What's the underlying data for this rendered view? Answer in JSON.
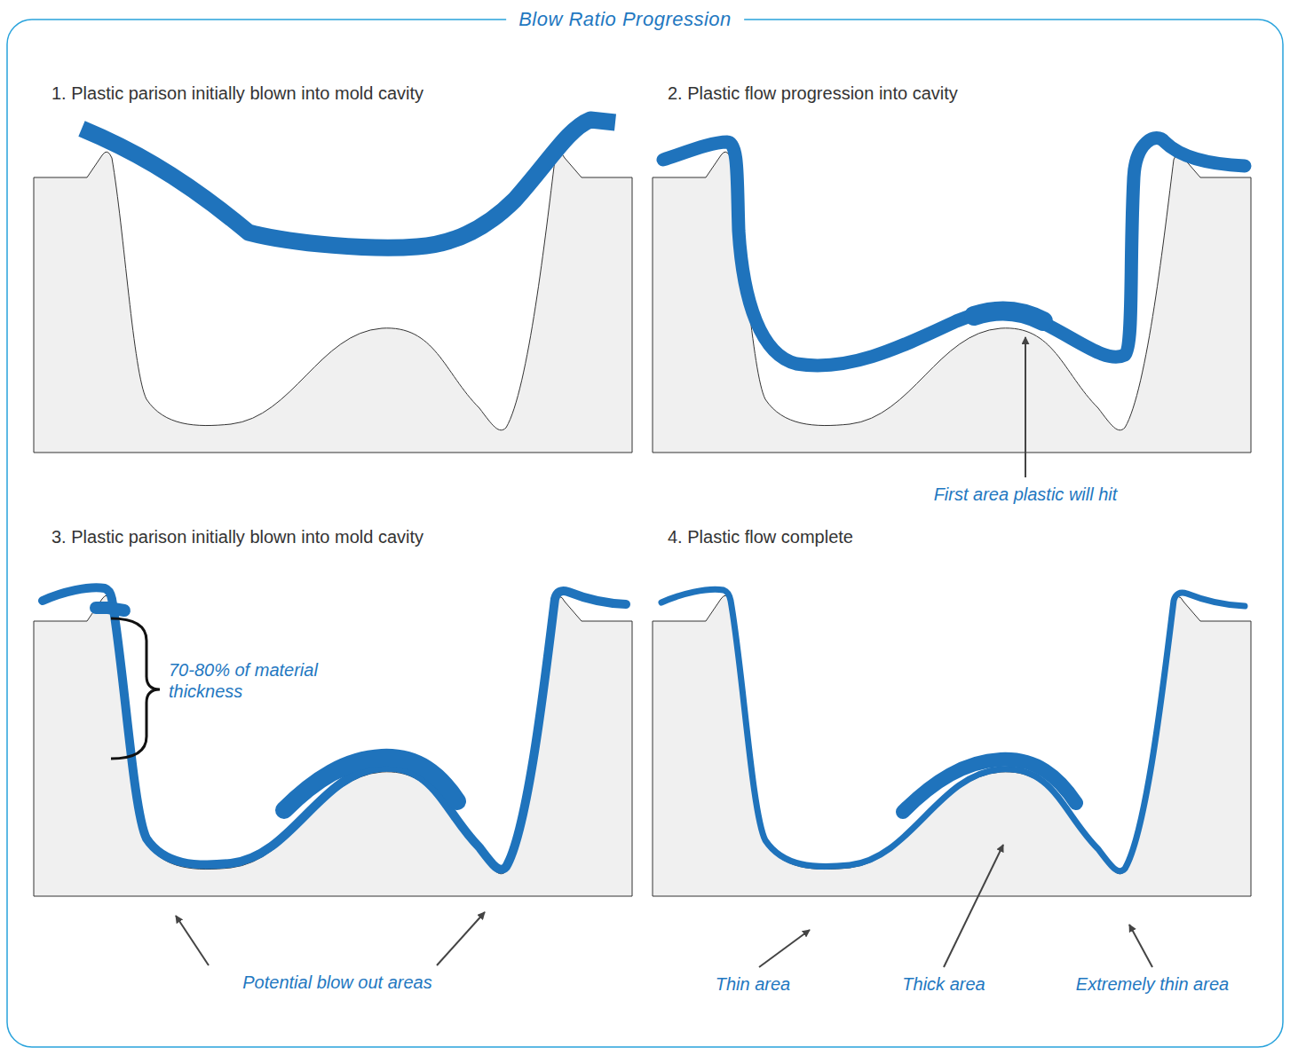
{
  "diagram": {
    "title": "Blow Ratio Progression",
    "labels": [
      "1. Plastic parison initially blown into mold cavity",
      "2. Plastic flow progression into cavity",
      "First area plastic will hit",
      "3. Plastic parison initially blown into mold cavity",
      "70-80% of material thickness",
      "Potential blow out areas",
      "4. Plastic flow complete",
      "Thin area",
      "Thick area",
      "Extremely thin area"
    ]
  }
}
